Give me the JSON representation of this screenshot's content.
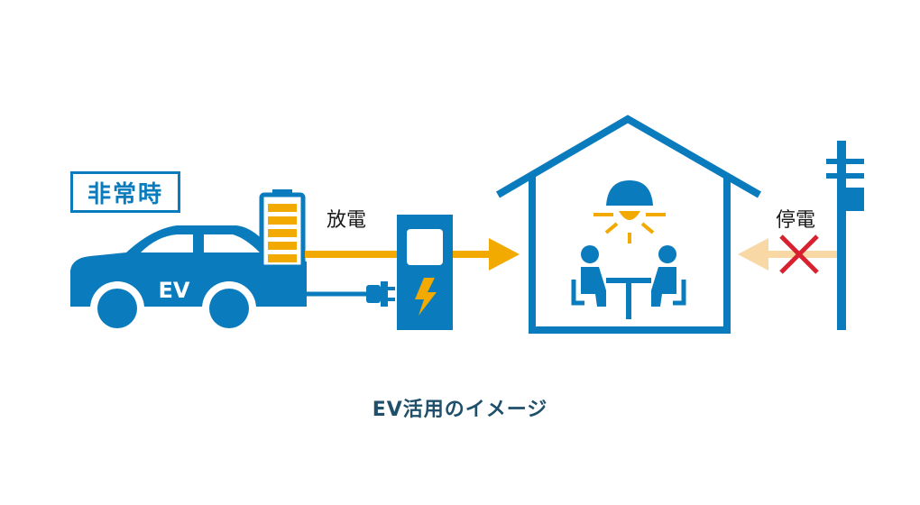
{
  "badge": {
    "label": "非常時"
  },
  "car": {
    "label": "EV"
  },
  "labels": {
    "discharge": "放電",
    "outage": "停電"
  },
  "caption": "EV活用のイメージ",
  "colors": {
    "primary_blue": "#0a7bbd",
    "energy_orange": "#f2a900",
    "faded_orange": "#f8d9a6",
    "cross_red": "#d8212f",
    "caption_text": "#1f4f6b"
  },
  "icons": [
    "car-icon",
    "battery-icon",
    "plug-icon",
    "charger-icon",
    "lightning-icon",
    "house-icon",
    "lamp-icon",
    "people-icon",
    "utility-pole-icon",
    "cross-icon"
  ]
}
